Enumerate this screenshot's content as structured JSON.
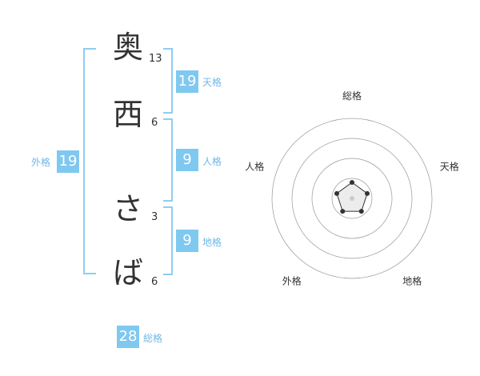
{
  "name": {
    "chars": [
      {
        "char": "奥",
        "strokes": "13"
      },
      {
        "char": "西",
        "strokes": "6"
      },
      {
        "char": "さ",
        "strokes": "3"
      },
      {
        "char": "ば",
        "strokes": "6"
      }
    ]
  },
  "fortunes": {
    "tenkaku": {
      "value": "19",
      "label": "天格"
    },
    "jinkaku": {
      "value": "9",
      "label": "人格"
    },
    "chikaku": {
      "value": "9",
      "label": "地格"
    },
    "gaikaku": {
      "value": "19",
      "label": "外格"
    },
    "soukaku": {
      "value": "28",
      "label": "総格"
    }
  },
  "chart_data": {
    "type": "radar",
    "axes": [
      "総格",
      "天格",
      "地格",
      "外格",
      "人格"
    ],
    "values": [
      1,
      1,
      1,
      1,
      1
    ],
    "max": 5,
    "rings": 4
  },
  "colors": {
    "accent": "#7fc8f0",
    "bracket": "#8fcdf2",
    "text": "#333333"
  }
}
